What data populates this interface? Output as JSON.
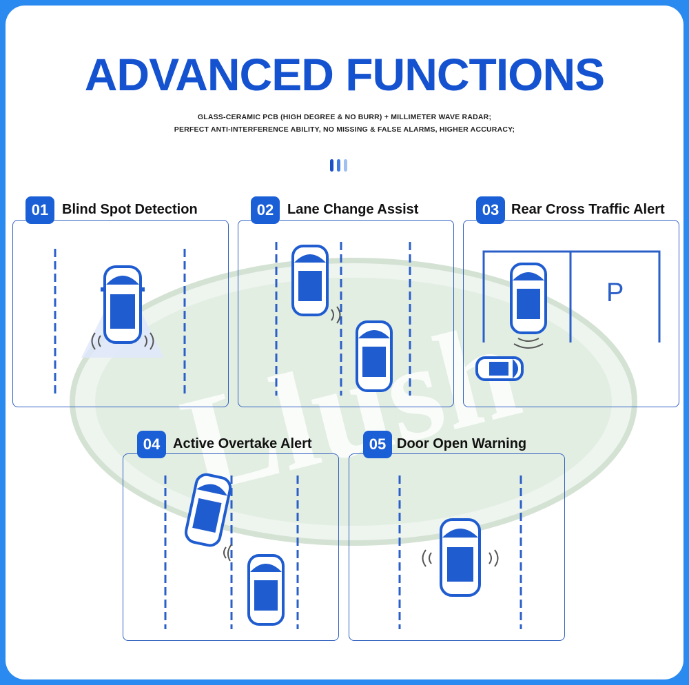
{
  "header": {
    "title": "ADVANCED FUNCTIONS",
    "subtitle_line1": "GLASS-CERAMIC PCB (HIGH DEGREE & NO BURR) + MILLIMETER WAVE RADAR;",
    "subtitle_line2": "PERFECT ANTI-INTERFERENCE ABILITY, NO MISSING & FALSE ALARMS, HIGHER ACCURACY;"
  },
  "watermark": {
    "text": "Llush"
  },
  "colors": {
    "brand_blue": "#1452d0",
    "badge_blue": "#1b5fd6",
    "car_blue": "#1f5ccf",
    "background": "#2a8af0"
  },
  "functions": [
    {
      "number": "01",
      "label": "Blind Spot Detection"
    },
    {
      "number": "02",
      "label": "Lane Change Assist"
    },
    {
      "number": "03",
      "label": "Rear Cross Traffic Alert"
    },
    {
      "number": "04",
      "label": "Active Overtake Alert"
    },
    {
      "number": "05",
      "label": "Door Open Warning"
    }
  ],
  "parking_sign": "P"
}
